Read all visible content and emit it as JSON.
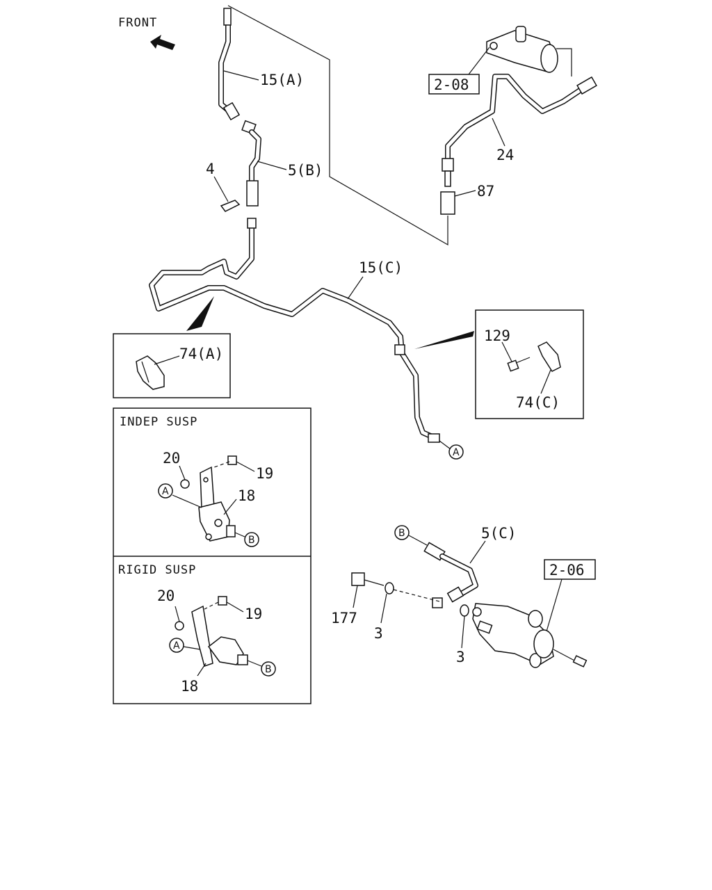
{
  "front_label": "FRONT",
  "labels": {
    "p15a": "15(A)",
    "p5b": "5(B)",
    "p4": "4",
    "ref208": "2-08",
    "p24": "24",
    "p87": "87",
    "p15c": "15(C)",
    "p74a": "74(A)",
    "p129": "129",
    "p74c": "74(C)",
    "p5c": "5(C)",
    "ref206": "2-06",
    "p177": "177",
    "p3a": "3",
    "p3b": "3"
  },
  "indep_susp": {
    "title": "INDEP SUSP",
    "p20": "20",
    "p19": "19",
    "p18": "18"
  },
  "rigid_susp": {
    "title": "RIGID SUSP",
    "p20": "20",
    "p19": "19",
    "p18": "18"
  },
  "connectors": {
    "a": "A",
    "b": "B"
  },
  "icons": [
    "front-arrow-icon"
  ]
}
